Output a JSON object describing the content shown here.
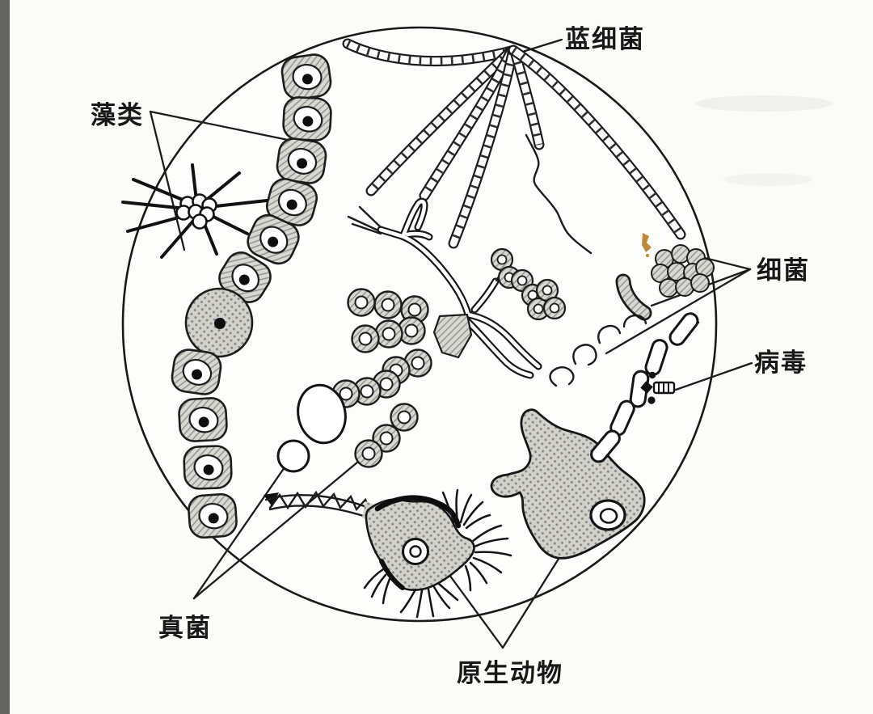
{
  "diagram": {
    "type": "microscope-field-of-microorganisms",
    "labels": {
      "cyanobacteria": "蓝细菌",
      "algae": "藻类",
      "bacteria": "细菌",
      "virus": "病毒",
      "fungi": "真菌",
      "protozoa": "原生动物"
    },
    "colors": {
      "ink": "#1c1c1c",
      "shading_light": "#d9d8d3",
      "shading_dark": "#d0cfca",
      "background": "#fbfbf8",
      "stain_speck": "#b97d28"
    }
  }
}
